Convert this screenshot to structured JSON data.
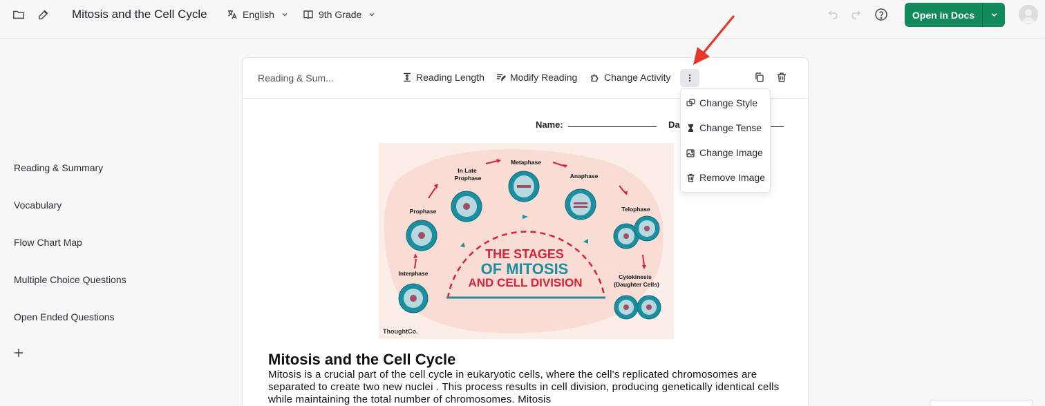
{
  "header": {
    "title": "Mitosis and the Cell Cycle",
    "language": "English",
    "grade": "9th Grade",
    "open_docs_label": "Open in Docs",
    "icons": [
      "folder-icon",
      "edit-icon",
      "translate-icon",
      "book-icon",
      "undo-icon",
      "redo-icon",
      "help-icon",
      "chevron-down-icon",
      "avatar"
    ]
  },
  "sidebar": {
    "items": [
      {
        "label": "Reading & Summary"
      },
      {
        "label": "Vocabulary"
      },
      {
        "label": "Flow Chart Map"
      },
      {
        "label": "Multiple Choice Questions"
      },
      {
        "label": "Open Ended Questions"
      }
    ]
  },
  "card": {
    "activity_label": "Reading & Sum...",
    "tools": {
      "reading_length": "Reading Length",
      "modify_reading": "Modify Reading",
      "change_activity": "Change Activity"
    },
    "worksheet": {
      "name_label": "Name:",
      "date_label": "Da"
    },
    "image": {
      "title_line1": "THE STAGES",
      "title_line2": "OF MITOSIS",
      "title_line3": "AND CELL DIVISION",
      "stages": {
        "interphase": "Interphase",
        "prophase": "Prophase",
        "late_prophase_1": "In Late",
        "late_prophase_2": "Prophase",
        "metaphase": "Metaphase",
        "anaphase": "Anaphase",
        "telophase": "Telophase",
        "cytokinesis_1": "Cytokinesis",
        "cytokinesis_2": "(Daughter Cells)"
      },
      "credit": "ThoughtCo."
    },
    "reading_title": "Mitosis and the Cell Cycle",
    "reading_body": "Mitosis is a crucial part of the cell cycle in eukaryotic cells, where the cell's replicated chromosomes are separated to create two new nuclei . This process results in cell division, producing genetically identical cells while maintaining the total number of chromosomes. Mitosis"
  },
  "menu": {
    "items": [
      {
        "label": "Change Style"
      },
      {
        "label": "Change Tense"
      },
      {
        "label": "Change Image"
      },
      {
        "label": "Remove Image"
      }
    ]
  },
  "colors": {
    "brand_green": "#128a5c",
    "annotation_red": "#e8352a",
    "hero_teal": "#1b8fa0",
    "hero_red": "#d8203a"
  }
}
